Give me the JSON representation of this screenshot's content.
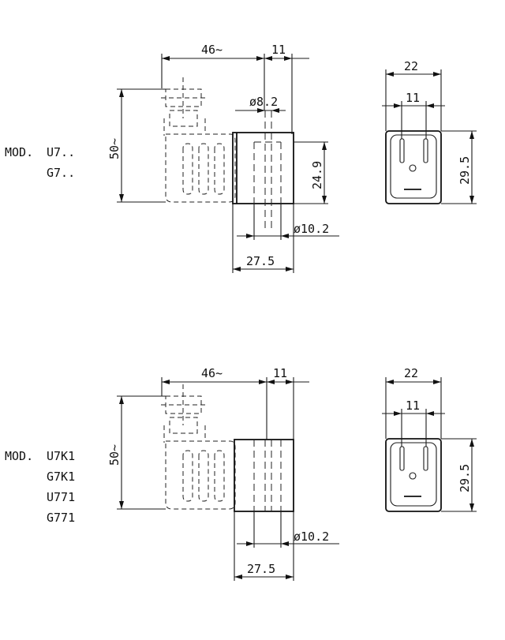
{
  "drawing": {
    "ink": "#111111",
    "background": "#ffffff",
    "top": {
      "model_prefix": "MOD.",
      "models": [
        "U7..",
        "G7.."
      ],
      "dims": {
        "length": "46~",
        "pitch_side": "11",
        "height": "50~",
        "bore_inner": "ø8.2",
        "body_height": "24.9",
        "bore_outer": "ø10.2",
        "body_depth": "27.5",
        "front_width": "22",
        "front_pitch": "11",
        "front_height": "29.5"
      }
    },
    "bottom": {
      "model_prefix": "MOD.",
      "models": [
        "U7K1",
        "G7K1",
        "U771",
        "G771"
      ],
      "dims": {
        "length": "46~",
        "pitch_side": "11",
        "height": "50~",
        "bore_outer": "ø10.2",
        "body_depth": "27.5",
        "front_width": "22",
        "front_pitch": "11",
        "front_height": "29.5"
      }
    }
  }
}
